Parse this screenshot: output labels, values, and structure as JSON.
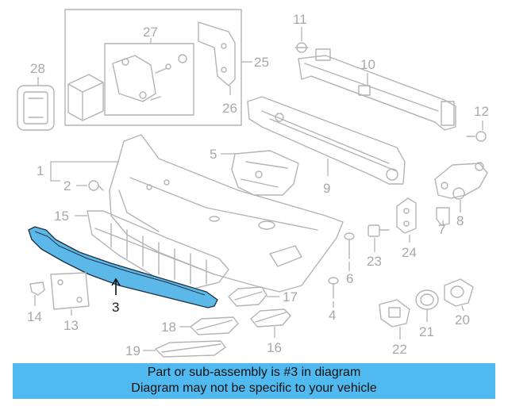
{
  "callouts": [
    "1",
    "2",
    "3",
    "4",
    "5",
    "6",
    "7",
    "8",
    "9",
    "10",
    "11",
    "12",
    "13",
    "14",
    "15",
    "16",
    "17",
    "18",
    "19",
    "20",
    "21",
    "22",
    "23",
    "24",
    "25",
    "26",
    "27",
    "28"
  ],
  "highlighted_part": "3",
  "banner": {
    "line1": "Part or sub-assembly is #3 in diagram",
    "line2": "Diagram may not be specific to your vehicle"
  },
  "colors": {
    "highlight": "#5bb8e8",
    "banner": "#50baf0",
    "lines": "#b4b4b4"
  }
}
